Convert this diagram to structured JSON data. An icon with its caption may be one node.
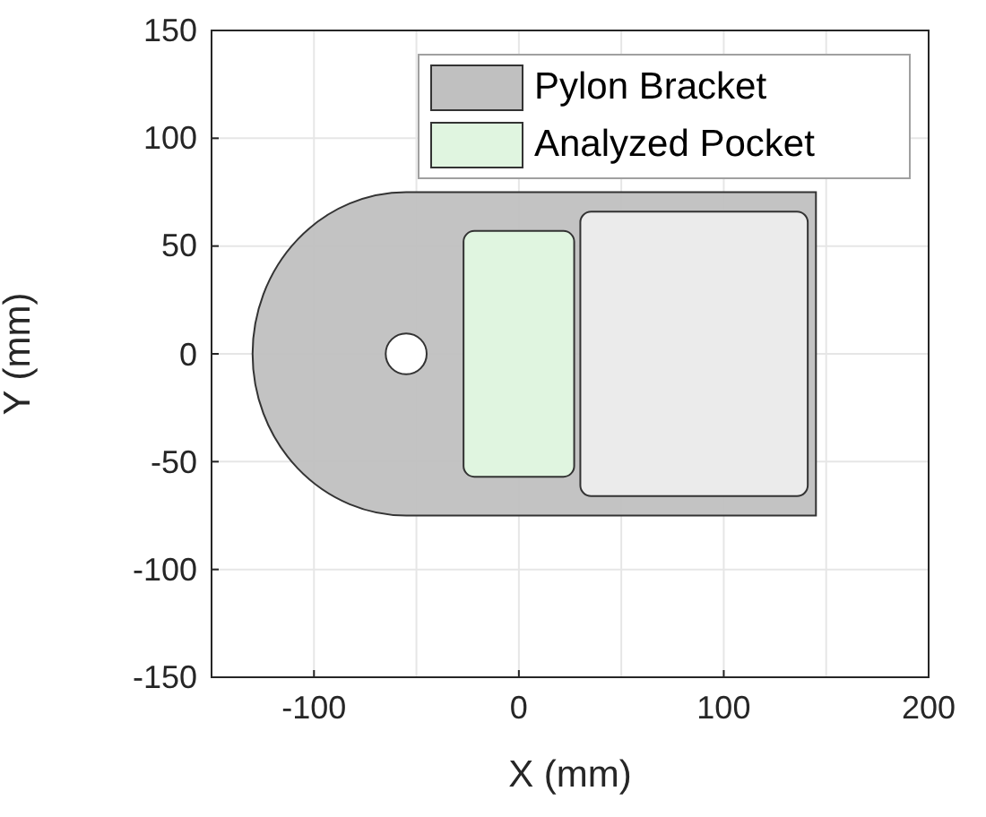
{
  "diagram": {
    "labels": [
      "150",
      "100",
      "50",
      "0",
      "-50",
      "-100",
      "-150",
      "-100",
      "0",
      "100",
      "200",
      "Y (mm)",
      "X (mm)"
    ],
    "legend": [
      {
        "text": "Pylon Bracket",
        "color": "#c0c0c0"
      },
      {
        "text": "Analyzed Pocket",
        "color": "#e0f5e0"
      }
    ]
  }
}
